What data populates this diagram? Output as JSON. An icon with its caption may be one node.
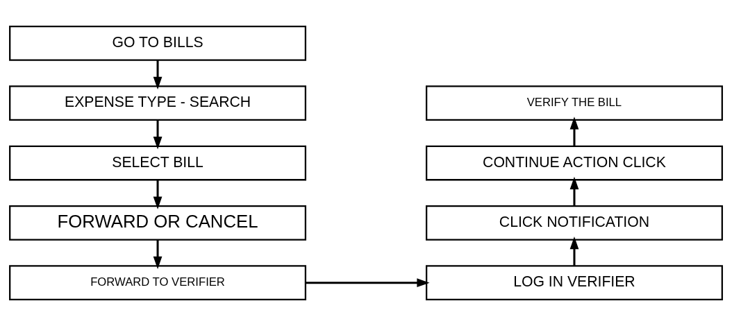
{
  "diagram": {
    "nodes": [
      {
        "text": [
          "GO TO BILLS"
        ]
      },
      {
        "text": [
          "EXPENSE TYPE - SEARCH"
        ]
      },
      {
        "text": [
          "SELECT BILL"
        ]
      },
      {
        "text": [
          "FORWARD OR CANCEL"
        ]
      },
      {
        "text": [
          "FORWARD TO VERIFIER"
        ]
      },
      {
        "text": [
          "LOG IN VERIFIER"
        ]
      },
      {
        "text": [
          "CLICK NOTIFICATION"
        ]
      },
      {
        "text": [
          "CONTINUE ACTION CLICK"
        ]
      },
      {
        "text": [
          "VERIFY THE BILL"
        ]
      }
    ],
    "edges": [
      {
        "from": 0,
        "to": 1,
        "arrow": "to"
      },
      {
        "from": 1,
        "to": 2,
        "arrow": "to"
      },
      {
        "from": 2,
        "to": 3,
        "arrow": "to"
      },
      {
        "from": 3,
        "to": 4,
        "arrow": "to"
      },
      {
        "from": 4,
        "to": 5,
        "arrow": "to"
      },
      {
        "from": 5,
        "to": 6,
        "arrow": "to"
      },
      {
        "from": 6,
        "to": 7,
        "arrow": "to"
      },
      {
        "from": 7,
        "to": 8,
        "arrow": "to"
      }
    ]
  }
}
